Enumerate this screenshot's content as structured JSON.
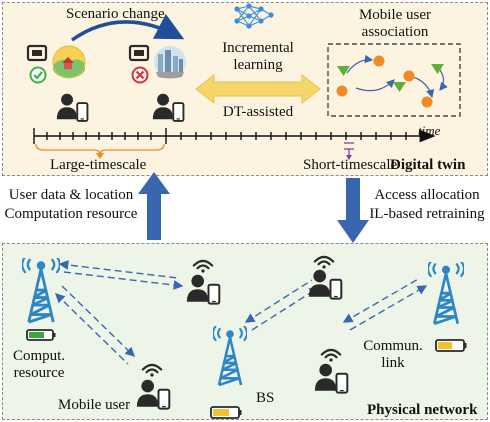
{
  "digital_twin": {
    "panel_label": "Digital twin",
    "scenario_change": "Scenario change",
    "incremental_learning": "Incremental\nlearning",
    "dt_assisted": "DT-assisted",
    "mobile_user_association": "Mobile user\nassociation",
    "time_label": "time",
    "large_timescale": "Large-timescale",
    "short_timescale": "Short-timescale"
  },
  "links": {
    "uplink_text": "User data & location\nComputation resource",
    "downlink_text": "Access allocation\nIL-based retraining"
  },
  "physical_network": {
    "panel_label": "Physical network",
    "comput_resource": "Comput.\nresource",
    "mobile_user": "Mobile user",
    "bs": "BS",
    "commun_link": "Commun.\nlink"
  },
  "colors": {
    "dt_background": "#fdf3e1",
    "pn_background": "#ecf5e8",
    "arrow_blue": "#3a66b0",
    "tower_blue": "#2f86c6",
    "dt_arrow_yellow": "#f6d66b",
    "node_orange": "#f08a24",
    "node_green": "#5fae3a",
    "battery_green": "#3aa83a",
    "battery_yellow": "#f1c232",
    "check_green": "#39b54a",
    "cross_red": "#e0303a"
  },
  "icons": [
    "scenario-network-icon",
    "check-badge-icon",
    "cross-badge-icon",
    "countryside-landscape-icon",
    "city-landscape-icon",
    "user-with-phone-icon",
    "neural-network-icon",
    "tower-icon",
    "wifi-signal-icon",
    "battery-icon",
    "hourglass-icon"
  ]
}
